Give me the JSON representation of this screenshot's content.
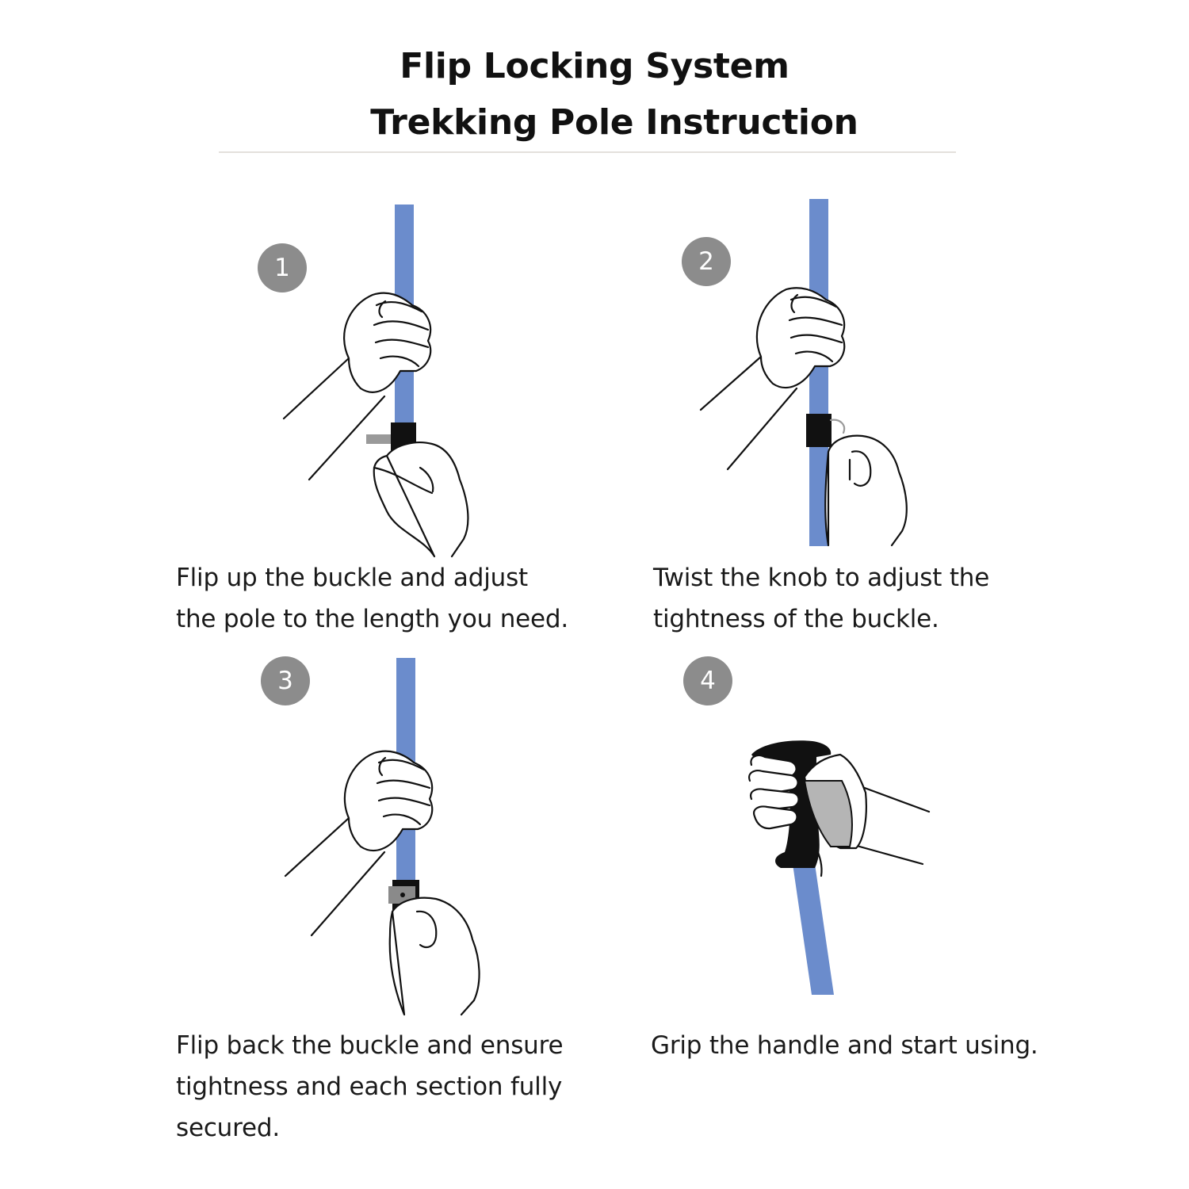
{
  "title": {
    "line1": "Flip Locking System",
    "line2": "Trekking Pole Instruction"
  },
  "colors": {
    "pole": "#6b8ccc",
    "badge": "#8c8c8c",
    "buckle": "#111111",
    "grip_panel": "#b5b5b5",
    "rule": "#e4e0dc"
  },
  "steps": [
    {
      "number": "1",
      "lines": [
        "Flip up the buckle and adjust",
        "the pole to the length you need."
      ]
    },
    {
      "number": "2",
      "lines": [
        "Twist the knob to adjust the",
        "tightness of the buckle."
      ]
    },
    {
      "number": "3",
      "lines": [
        "Flip back the buckle and ensure",
        "tightness and each section fully",
        "secured."
      ]
    },
    {
      "number": "4",
      "lines": [
        "Grip the handle and start using."
      ]
    }
  ]
}
